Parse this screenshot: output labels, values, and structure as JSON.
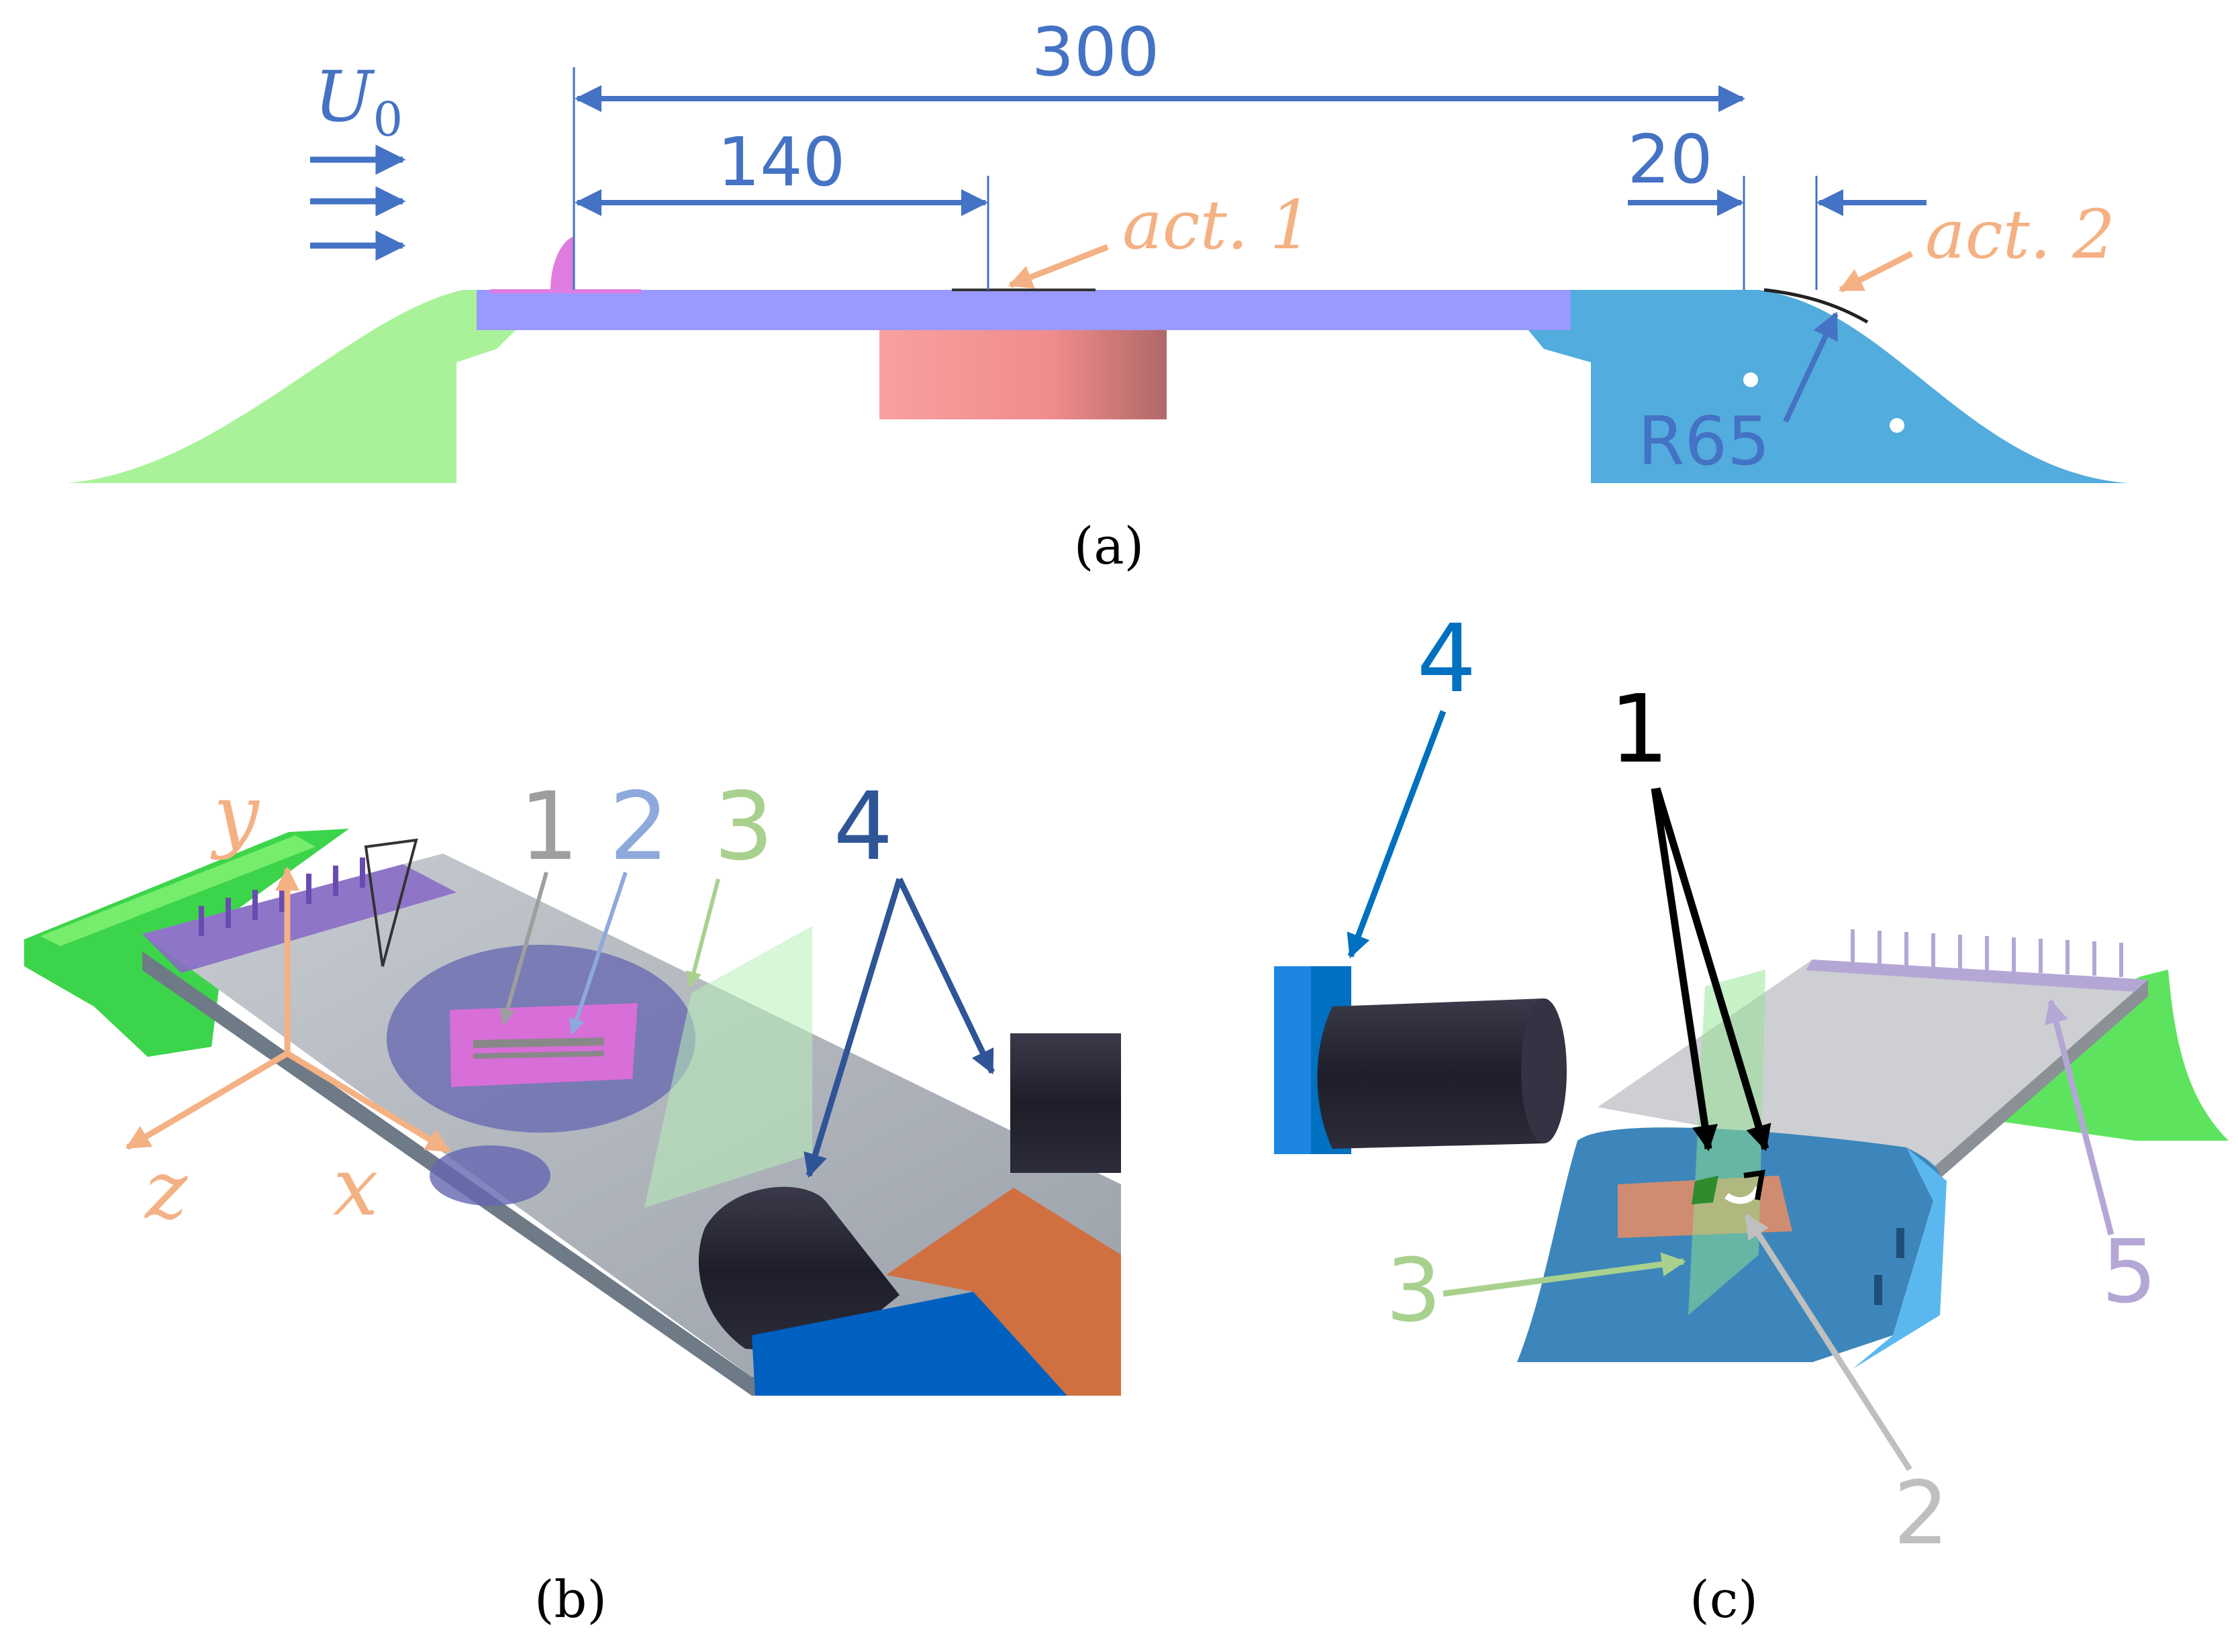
{
  "panel_a": {
    "caption": "(a)",
    "flow_label": "U",
    "flow_label_sub": "0",
    "dim_total": "300",
    "dim_first": "140",
    "dim_second": "20",
    "act1_label": "act. 1",
    "act2_label": "act. 2",
    "radius_label": "R65",
    "colors": {
      "dimension": "#4472C4",
      "actuator_label": "#F4B183",
      "inlet_ramp": "#A9F29A",
      "plate": "#9999FF",
      "cylinder": "#F49A9A",
      "outlet_ramp": "#52ACDD",
      "trip": "#E07BE0"
    }
  },
  "panel_b": {
    "caption": "(b)",
    "axis_y": "y",
    "axis_z": "z",
    "axis_x": "x",
    "label_1": "1",
    "label_2": "2",
    "label_3": "3",
    "label_4": "4",
    "colors": {
      "axes": "#F4B183",
      "label_1": "#9E9E9E",
      "label_2": "#8EA9DB",
      "label_3": "#A9D18E",
      "label_4": "#2F5597"
    }
  },
  "panel_c": {
    "caption": "(c)",
    "label_1": "1",
    "label_2": "2",
    "label_3": "3",
    "label_4": "4",
    "label_5": "5",
    "colors": {
      "label_1": "#000000",
      "label_2": "#BFBFBF",
      "label_3": "#A9D18E",
      "label_4": "#0070C0",
      "label_5": "#B4A7D6"
    }
  }
}
